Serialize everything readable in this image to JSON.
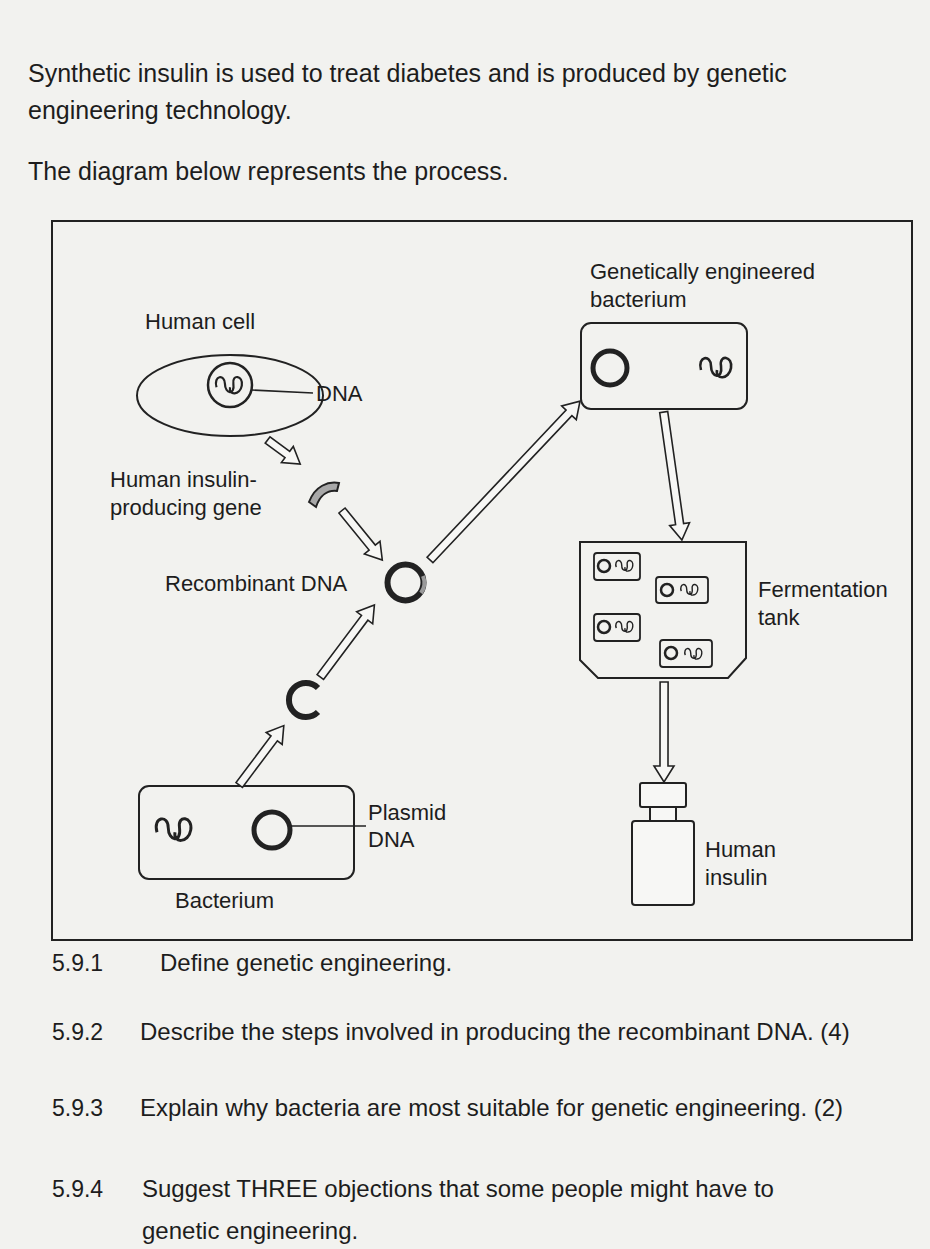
{
  "diagram": {
    "nodes": [
      {
        "text": [
          "Human cell"
        ]
      },
      {
        "text": [
          "Human insulin-producing gene"
        ]
      },
      {
        "text": [
          "Recombinant DNA"
        ]
      },
      {
        "text": [
          "Bacterium"
        ]
      },
      {
        "text": [
          "Genetically engineered bacterium"
        ]
      },
      {
        "text": [
          "Fermentation tank"
        ]
      },
      {
        "text": [
          "Human insulin"
        ]
      }
    ],
    "edges": [
      {
        "from": 0,
        "to": 1,
        "arrow": "to"
      },
      {
        "from": 1,
        "to": 2,
        "arrow": "to"
      },
      {
        "from": 3,
        "to": 2,
        "arrow": "to"
      },
      {
        "from": 2,
        "to": 4,
        "arrow": "to"
      },
      {
        "from": 4,
        "to": 5,
        "arrow": "to"
      },
      {
        "from": 5,
        "to": 6,
        "arrow": "to"
      }
    ],
    "labels": [
      "Synthetic insulin is used to treat diabetes and is produced by genetic engineering technology.",
      "The diagram below represents the process.",
      "DNA",
      "Plasmid DNA",
      "5.9.1",
      "Define genetic engineering.",
      "5.9.2",
      "Describe the steps involved in producing the recombinant DNA. (4)",
      "5.9.3",
      "Explain why bacteria are most suitable for genetic engineering. (2)",
      "5.9.4",
      "Suggest THREE objections that some people might have to genetic engineering."
    ]
  }
}
